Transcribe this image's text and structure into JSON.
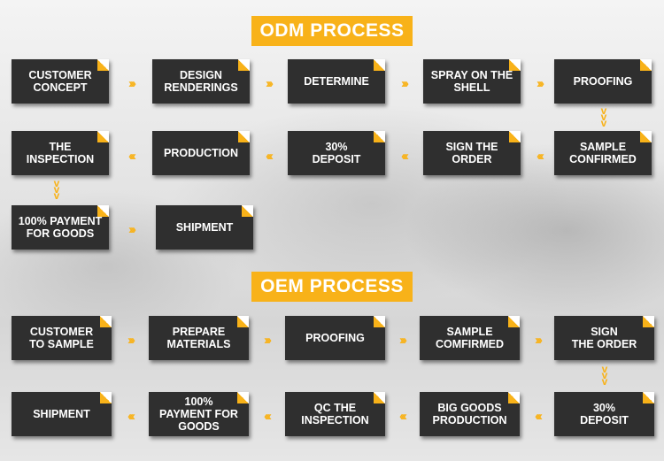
{
  "odm": {
    "title": "ODM PROCESS",
    "steps": [
      "CUSTOMER\nCONCEPT",
      "DESIGN\nRENDERINGS",
      "DETERMINE",
      "SPRAY ON THE\nSHELL",
      "PROOFING",
      "SAMPLE\nCONFIRMED",
      "SIGN THE\nORDER",
      "30%\nDEPOSIT",
      "PRODUCTION",
      "THE\nINSPECTION",
      "100% PAYMENT\nFOR GOODS",
      "SHIPMENT"
    ]
  },
  "oem": {
    "title": "OEM PROCESS",
    "steps": [
      "CUSTOMER\nTO SAMPLE",
      "PREPARE\nMATERIALS",
      "PROOFING",
      "SAMPLE\nCOMFIRMED",
      "SIGN\nTHE ORDER",
      "30%\nDEPOSIT",
      "BIG GOODS\nPRODUCTION",
      "QC THE\nINSPECTION",
      "100%\nPAYMENT FOR\nGOODS",
      "SHIPMENT"
    ]
  },
  "colors": {
    "accent": "#f8b219",
    "box": "#2f2f2f",
    "text": "#ffffff"
  },
  "icons": {
    "right": "triple-chevron-right-icon",
    "left": "triple-chevron-left-icon",
    "down": "triple-chevron-down-icon"
  }
}
